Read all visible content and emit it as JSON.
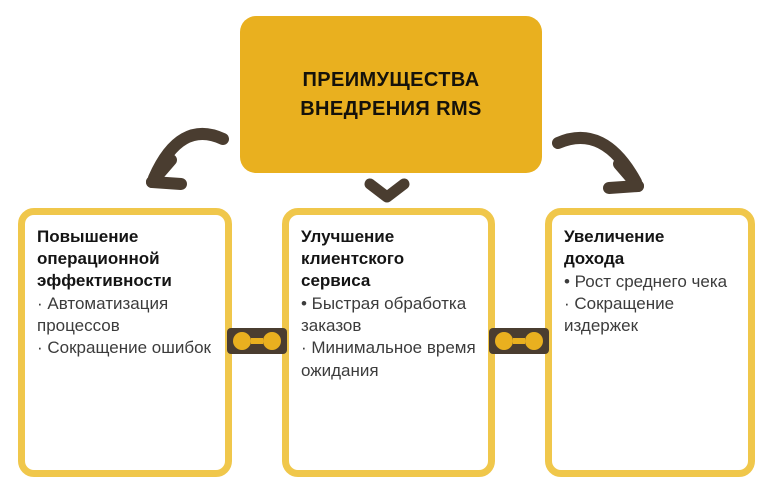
{
  "header": {
    "line1": "ПРЕИМУЩЕСТВА",
    "line2": "ВНЕДРЕНИЯ RMS"
  },
  "cards": [
    {
      "title": "Повышение операционной эффективности",
      "bullets": [
        "· Автоматизация процессов",
        "· Сокращение ошибок"
      ]
    },
    {
      "title": "Улучшение клиентского сервиса",
      "bullets": [
        "• Быстрая обработка заказов",
        "· Минимальное время ожидания"
      ]
    },
    {
      "title": "Увеличение дохода",
      "bullets": [
        "• Рост среднего чека",
        "· Сокращение издержек"
      ]
    }
  ],
  "icons": {
    "left_arrow": "curved-arrow-down-left-icon",
    "center_arrow": "chevron-down-icon",
    "right_arrow": "curved-arrow-down-right-icon",
    "link_left": "link-connector-icon",
    "link_right": "link-connector-icon"
  },
  "colors": {
    "gold": "#E9B01F",
    "card_border": "#F0C74B",
    "dark_brown": "#4A3D30",
    "title_text": "#141414",
    "body_text": "#3C3C3C",
    "background": "#FFFFFF"
  }
}
